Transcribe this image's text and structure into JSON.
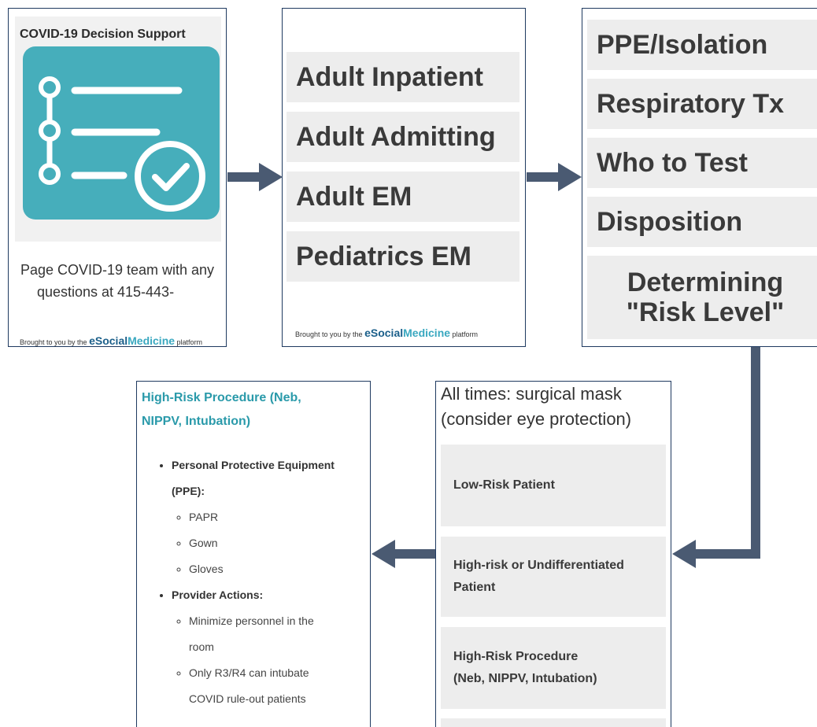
{
  "panel1": {
    "title": "COVID-19 Decision Support",
    "page_line1": "Page COVID-19 team with any",
    "page_line2": "questions at 415-443-",
    "brought": "Brought to you by the",
    "brand_e": "e",
    "brand_social": "Social",
    "brand_medicine": "Medicine",
    "brand_suffix": "platform"
  },
  "panel2": {
    "items": [
      "Adult Inpatient",
      "Adult Admitting",
      "Adult EM",
      "Pediatrics EM"
    ],
    "brought": "Brought to you by the",
    "brand_e": "e",
    "brand_social": "Social",
    "brand_medicine": "Medicine",
    "brand_suffix": "platform"
  },
  "panel3": {
    "items": [
      "PPE/Isolation",
      "Respiratory Tx",
      "Who to Test",
      "Disposition"
    ],
    "risk_line1": "Determining",
    "risk_line2": "\"Risk Level\""
  },
  "panel5": {
    "head_line1": "All times: surgical mask",
    "head_line2": "(consider eye protection)",
    "items": [
      {
        "line1": "Low-Risk Patient",
        "line2": ""
      },
      {
        "line1": "High-risk or Undifferentiated",
        "line2": "Patient"
      },
      {
        "line1": "High-Risk Procedure",
        "line2": "(Neb, NIPPV, Intubation)"
      }
    ]
  },
  "panel4": {
    "heading_line1": "High-Risk Procedure (Neb,",
    "heading_line2": "NIPPV, Intubation)",
    "ppe_label_line1": "Personal Protective Equipment",
    "ppe_label_line2": "(PPE):",
    "ppe_items": [
      "PAPR",
      "Gown",
      "Gloves"
    ],
    "actions_label": "Provider Actions:",
    "action_items": [
      {
        "line1": "Minimize personnel in the",
        "line2": "room"
      },
      {
        "line1": "Only R3/R4 can intubate",
        "line2": "COVID rule-out patients"
      }
    ]
  },
  "colors": {
    "arrow": "#4a5a72",
    "border": "#1f3a60",
    "teal": "#46aebb",
    "heading_teal": "#2a9aaa",
    "item_bg": "#ededed"
  }
}
